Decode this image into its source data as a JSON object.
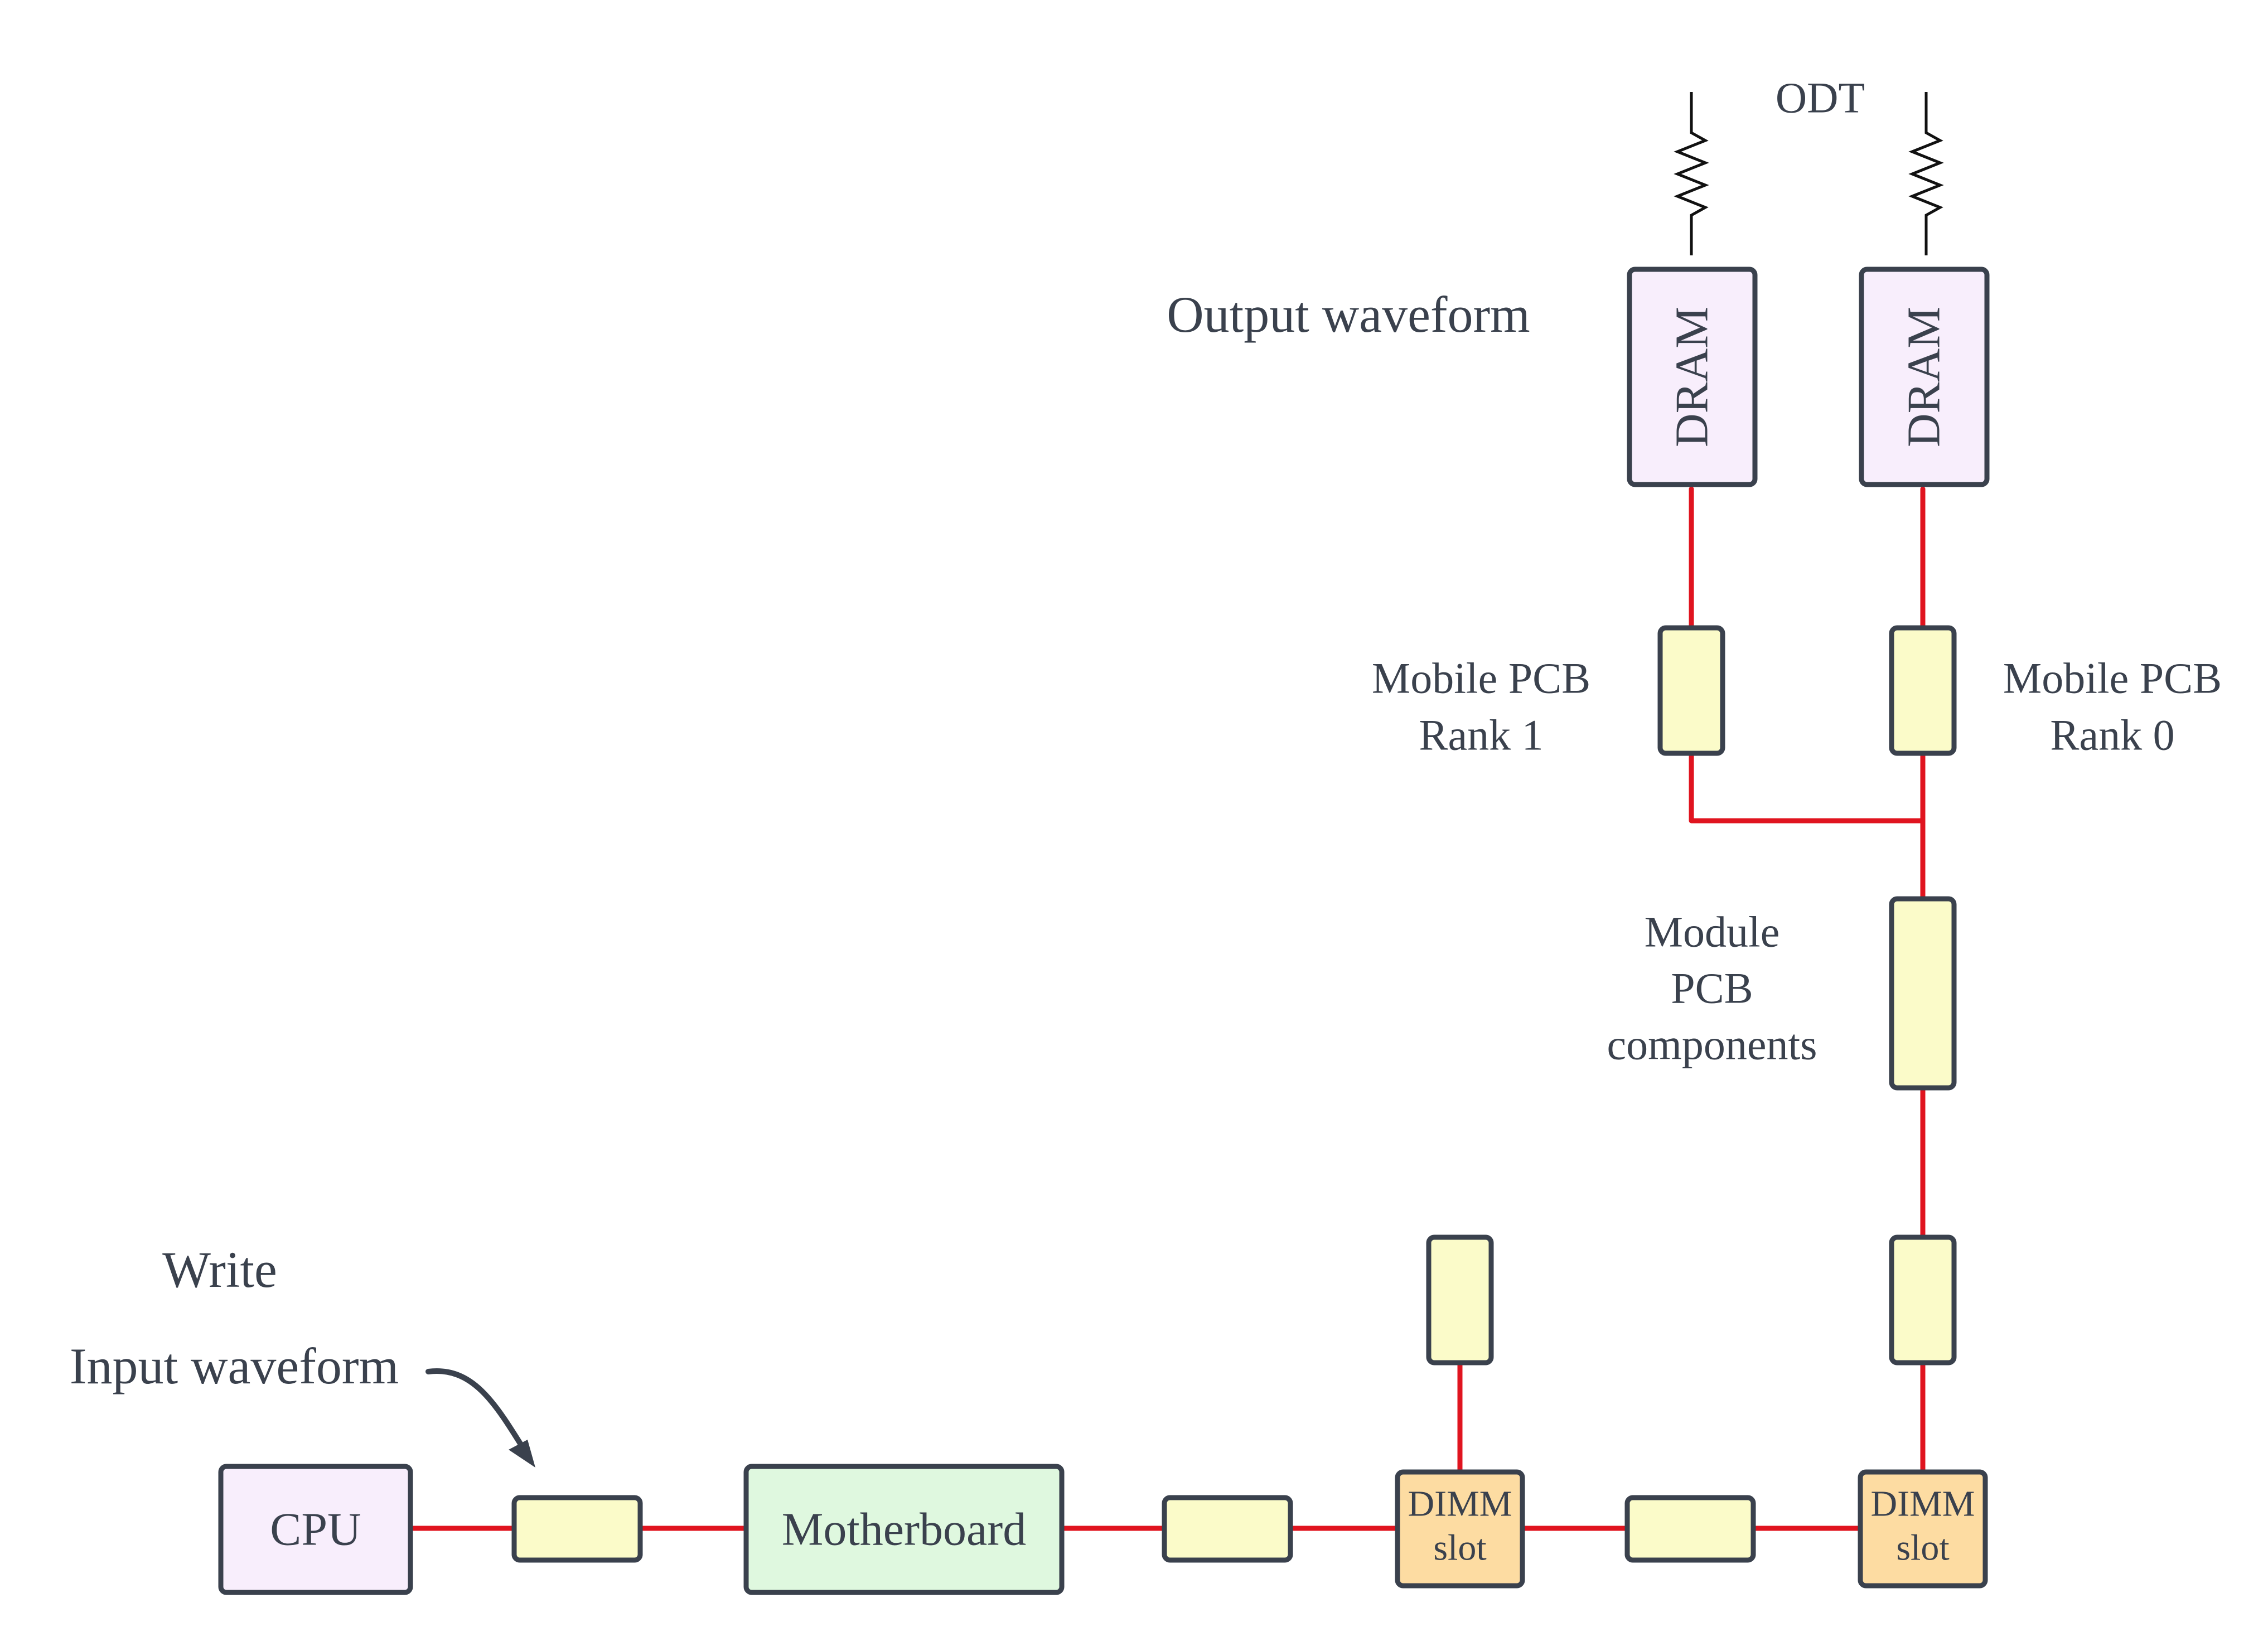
{
  "labels": {
    "odt": "ODT",
    "output_waveform": "Output waveform",
    "rank1": [
      "Mobile PCB",
      "Rank 1"
    ],
    "rank0": [
      "Mobile PCB",
      "Rank 0"
    ],
    "module": [
      "Module",
      "PCB",
      "components"
    ],
    "write": "Write",
    "input_waveform": "Input waveform"
  },
  "blocks": {
    "cpu": "CPU",
    "motherboard": "Motherboard",
    "dram_left": "DRAM",
    "dram_right": "DRAM",
    "dimm_slot_1": [
      "DIMM",
      "slot"
    ],
    "dimm_slot_2": [
      "DIMM",
      "slot"
    ]
  },
  "colors": {
    "wire": "#e0141f",
    "outline": "#3a414d",
    "component_fill": "#fbfbc9",
    "cpu_dram_fill": "#f8eefc",
    "motherboard_fill": "#dff8df",
    "dimm_fill": "#fddca2"
  }
}
